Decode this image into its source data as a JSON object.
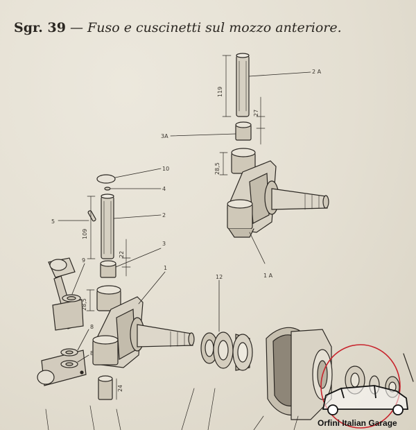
{
  "title": {
    "prefix": "Sgr. 39",
    "text": "— Fuso e cuscinetti sul mozzo anteriore."
  },
  "callouts": {
    "c2A": "2 A",
    "c3A": "3A",
    "c10": "10",
    "c4": "4",
    "c5": "5",
    "c2": "2",
    "c3": "3",
    "c1A": "1 A",
    "c9": "9",
    "c1": "1",
    "c12": "12",
    "c8a": "8",
    "c8b": "8"
  },
  "dimensions": {
    "d119a": "119",
    "d27": "27",
    "d285a": "28,5",
    "d109": "109",
    "d22": "22",
    "d285b": "28,5",
    "d24": "24"
  },
  "watermark": {
    "text": "Orfini Italian Garage",
    "circle_color": "#c8232c"
  },
  "colors": {
    "paper": "#e7e2d6",
    "ink": "#2b2722"
  }
}
